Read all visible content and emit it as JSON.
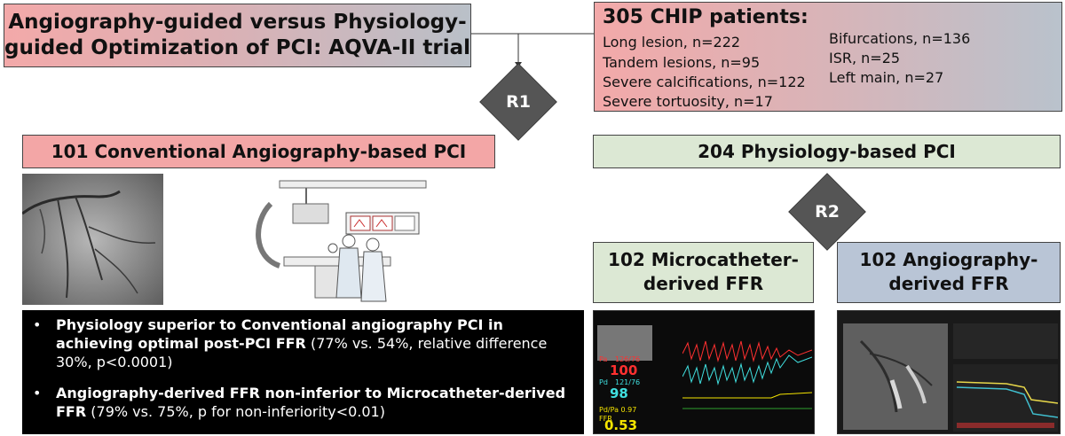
{
  "title": {
    "line1": "Angiography-guided versus Physiology-",
    "line2": "guided Optimization of PCI: AQVA-II trial"
  },
  "patients": {
    "heading": "305 CHIP patients:",
    "left": [
      "Long lesion, n=222",
      "Tandem lesions, n=95",
      "Severe calcifications, n=122",
      "Severe tortuosity, n=17"
    ],
    "right": [
      "Bifurcations, n=136",
      "ISR, n=25",
      "Left main, n=27"
    ]
  },
  "randomization": {
    "r1": "R1",
    "r2": "R2"
  },
  "arms": {
    "conventional": "101 Conventional Angiography-based PCI",
    "physiology": "204 Physiology-based PCI",
    "microcatheter": {
      "line1": "102 Microcatheter-",
      "line2": "derived FFR"
    },
    "angio_ffr": {
      "line1": "102 Angiography-",
      "line2": "derived FFR"
    }
  },
  "results": {
    "bullet": "•",
    "r1_bold": "Physiology superior to Conventional angiography PCI in achieving optimal post-PCI FFR",
    "r1_rest": " (77% vs. 54%, relative difference 30%, p<0.0001)",
    "r2_bold": "Angiography-derived FFR non-inferior to Microcatheter-derived FFR",
    "r2_rest": " (79% vs. 75%, p for non-inferiority<0.01)"
  },
  "monitor": {
    "pa_label": "Pa",
    "pa_pressure": "126/76",
    "pa_value": "100",
    "pd_label": "Pd",
    "pd_pressure": "121/76",
    "pd_value": "98",
    "ratio_label": "Pd/Pa 0.97",
    "ffr_label": "FFR",
    "ffr_value": "0.53"
  },
  "colors": {
    "pink": "#f3a6a6",
    "green": "#dce8d4",
    "blue": "#b9c5d6",
    "diamond": "#555555",
    "ffr_yellow": "#f5e400",
    "pa_red": "#ff3030",
    "pd_cyan": "#40e0e0"
  }
}
